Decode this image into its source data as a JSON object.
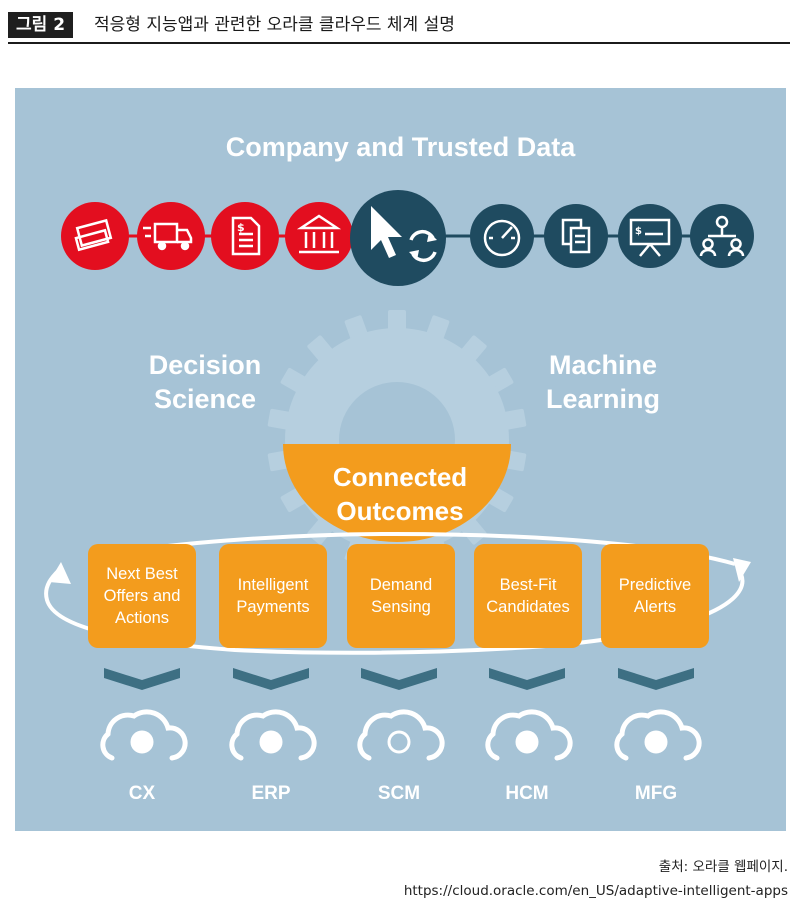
{
  "header": {
    "figure_label": "그림 2",
    "figure_title": "적응형 지능앱과 관련한 오라클 클라우드 체계 설명"
  },
  "colors": {
    "panel": "#a6c3d6",
    "red": "#e30e1f",
    "teal": "#1f4b60",
    "orange": "#f39c1d",
    "chevron": "#3d6f83",
    "gear": "#b6cfdf"
  },
  "diagram": {
    "title": "Company and Trusted Data",
    "left_label": [
      "Decision",
      "Science"
    ],
    "right_label": [
      "Machine",
      "Learning"
    ],
    "center_label": [
      "Connected",
      "Outcomes"
    ],
    "left_icons": [
      "money-stack-icon",
      "delivery-truck-icon",
      "invoice-document-icon",
      "bank-building-icon"
    ],
    "center_icon": "cursor-refresh-icon",
    "right_icons": [
      "speedometer-icon",
      "copy-documents-icon",
      "presentation-board-icon",
      "team-network-icon"
    ],
    "outcomes": [
      "Next Best\nOffers and\nActions",
      "Intelligent\nPayments",
      "Demand\nSensing",
      "Best-Fit\nCandidates",
      "Predictive\nAlerts"
    ],
    "clouds": [
      {
        "label": "CX",
        "icon": "cx-cloud-icon"
      },
      {
        "label": "ERP",
        "icon": "erp-cloud-icon"
      },
      {
        "label": "SCM",
        "icon": "scm-cloud-icon"
      },
      {
        "label": "HCM",
        "icon": "hcm-cloud-icon"
      },
      {
        "label": "MFG",
        "icon": "mfg-cloud-icon"
      }
    ]
  },
  "source": {
    "line1": "출처: 오라클 웹페이지.",
    "line2": "https://cloud.oracle.com/en_US/adaptive-intelligent-apps"
  }
}
